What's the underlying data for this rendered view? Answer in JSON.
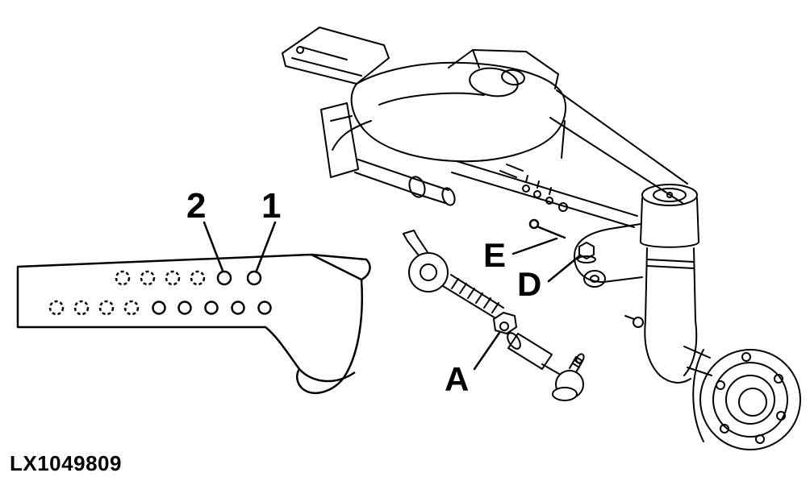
{
  "figure": {
    "image_code": "LX1049809",
    "callouts": [
      {
        "label": "2"
      },
      {
        "label": "1"
      },
      {
        "label": "E"
      },
      {
        "label": "D"
      },
      {
        "label": "A"
      }
    ]
  }
}
